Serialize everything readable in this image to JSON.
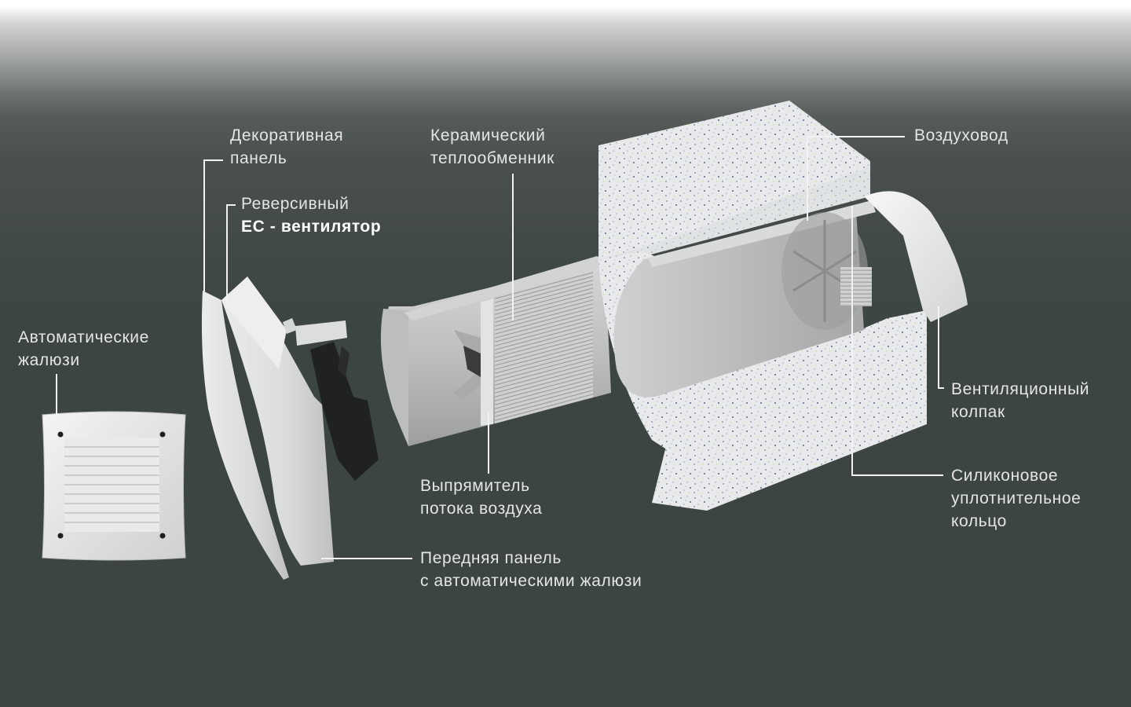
{
  "diagram": {
    "title": "Exploded view of decentralized ventilation unit",
    "background_color": "#3d4542",
    "label_color": "#e4e6e5",
    "line_color": "#f2f2f2",
    "labels": {
      "decorative_panel": {
        "line1": "Декоративная",
        "line2": "панель"
      },
      "reversible_fan": {
        "line1": "Реверсивный",
        "line2": "ЕС - вентилятор"
      },
      "auto_louvres": {
        "line1": "Автоматические",
        "line2": "жалюзи"
      },
      "ceramic_exchanger": {
        "line1": "Керамический",
        "line2": "теплообменник"
      },
      "air_duct": {
        "line1": "Воздуховод"
      },
      "vent_hood": {
        "line1": "Вентиляционный",
        "line2": "колпак"
      },
      "silicone_ring": {
        "line1": "Силиконовое",
        "line2": "уплотнительное",
        "line3": "кольцо"
      },
      "flow_straightener": {
        "line1": "Выпрямитель",
        "line2": "потока воздуха"
      },
      "front_panel": {
        "line1": "Передняя панель",
        "line2": "с автоматическими жалюзи"
      }
    },
    "parts": [
      "louvre-grille",
      "decorative-panel",
      "front-panel",
      "ec-fan",
      "ceramic-heat-exchanger",
      "flow-straightener",
      "insulated-duct-block",
      "ventilation-hood"
    ]
  }
}
